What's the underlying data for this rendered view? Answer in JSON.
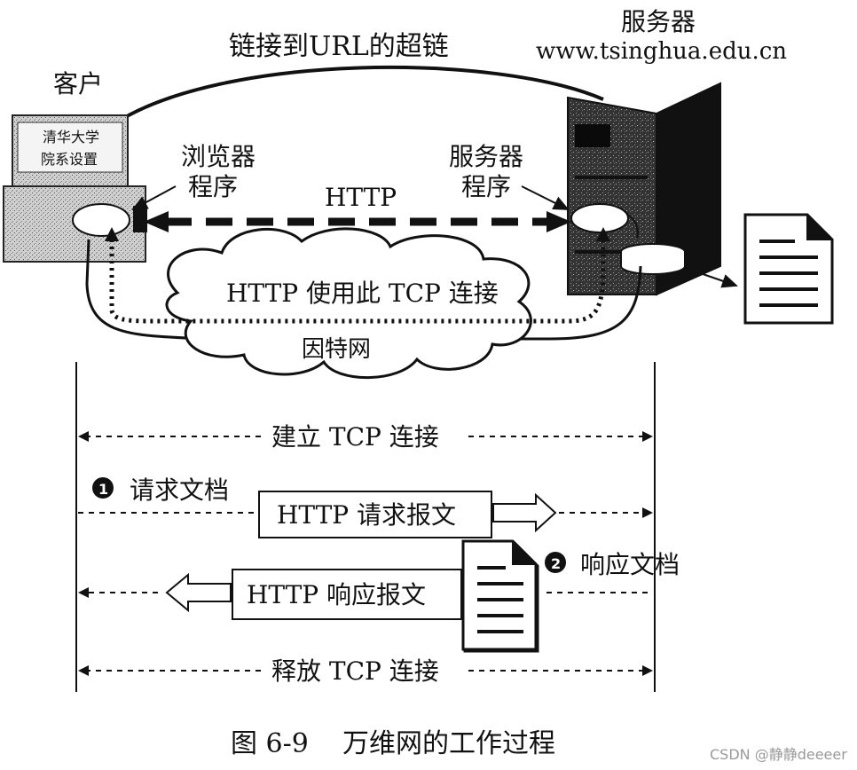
{
  "labels": {
    "hyperlink": "链接到URL的超链",
    "server_title": "服务器",
    "server_url": "www.tsinghua.edu.cn",
    "client": "客户",
    "screen_line1": "清华大学",
    "screen_line2": "院系设置",
    "browser_line1": "浏览器",
    "browser_line2": "程序",
    "server_prog_line1": "服务器",
    "server_prog_line2": "程序",
    "http": "HTTP",
    "tcp_usage": "HTTP 使用此 TCP 连接",
    "internet": "因特网"
  },
  "sequence": {
    "establish": "建立 TCP 连接",
    "step1_num": "1",
    "step1_label": "请求文档",
    "request_msg": "HTTP 请求报文",
    "step2_num": "2",
    "step2_label": "响应文档",
    "response_msg": "HTTP 响应报文",
    "release": "释放 TCP 连接"
  },
  "caption": "图 6-9    万维网的工作过程",
  "watermark": "CSDN @静静deeeer"
}
